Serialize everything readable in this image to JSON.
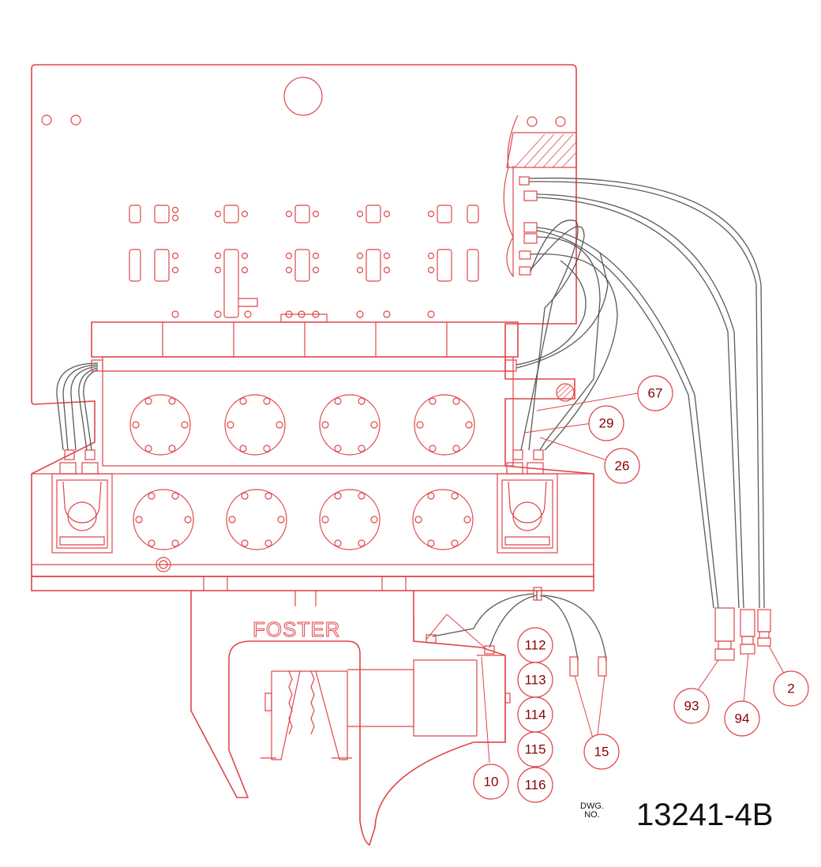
{
  "drawing": {
    "brand_text": "FOSTER",
    "dwg_label_line1": "DWG.",
    "dwg_label_line2": "NO.",
    "dwg_number": "13241-4B",
    "line_color": "#e0454a",
    "cable_color": "#5a5a5a",
    "callout_text_color": "#8b0000"
  },
  "callouts": [
    "67",
    "29",
    "26",
    "93",
    "94",
    "2",
    "112",
    "113",
    "114",
    "115",
    "116",
    "10",
    "15"
  ]
}
